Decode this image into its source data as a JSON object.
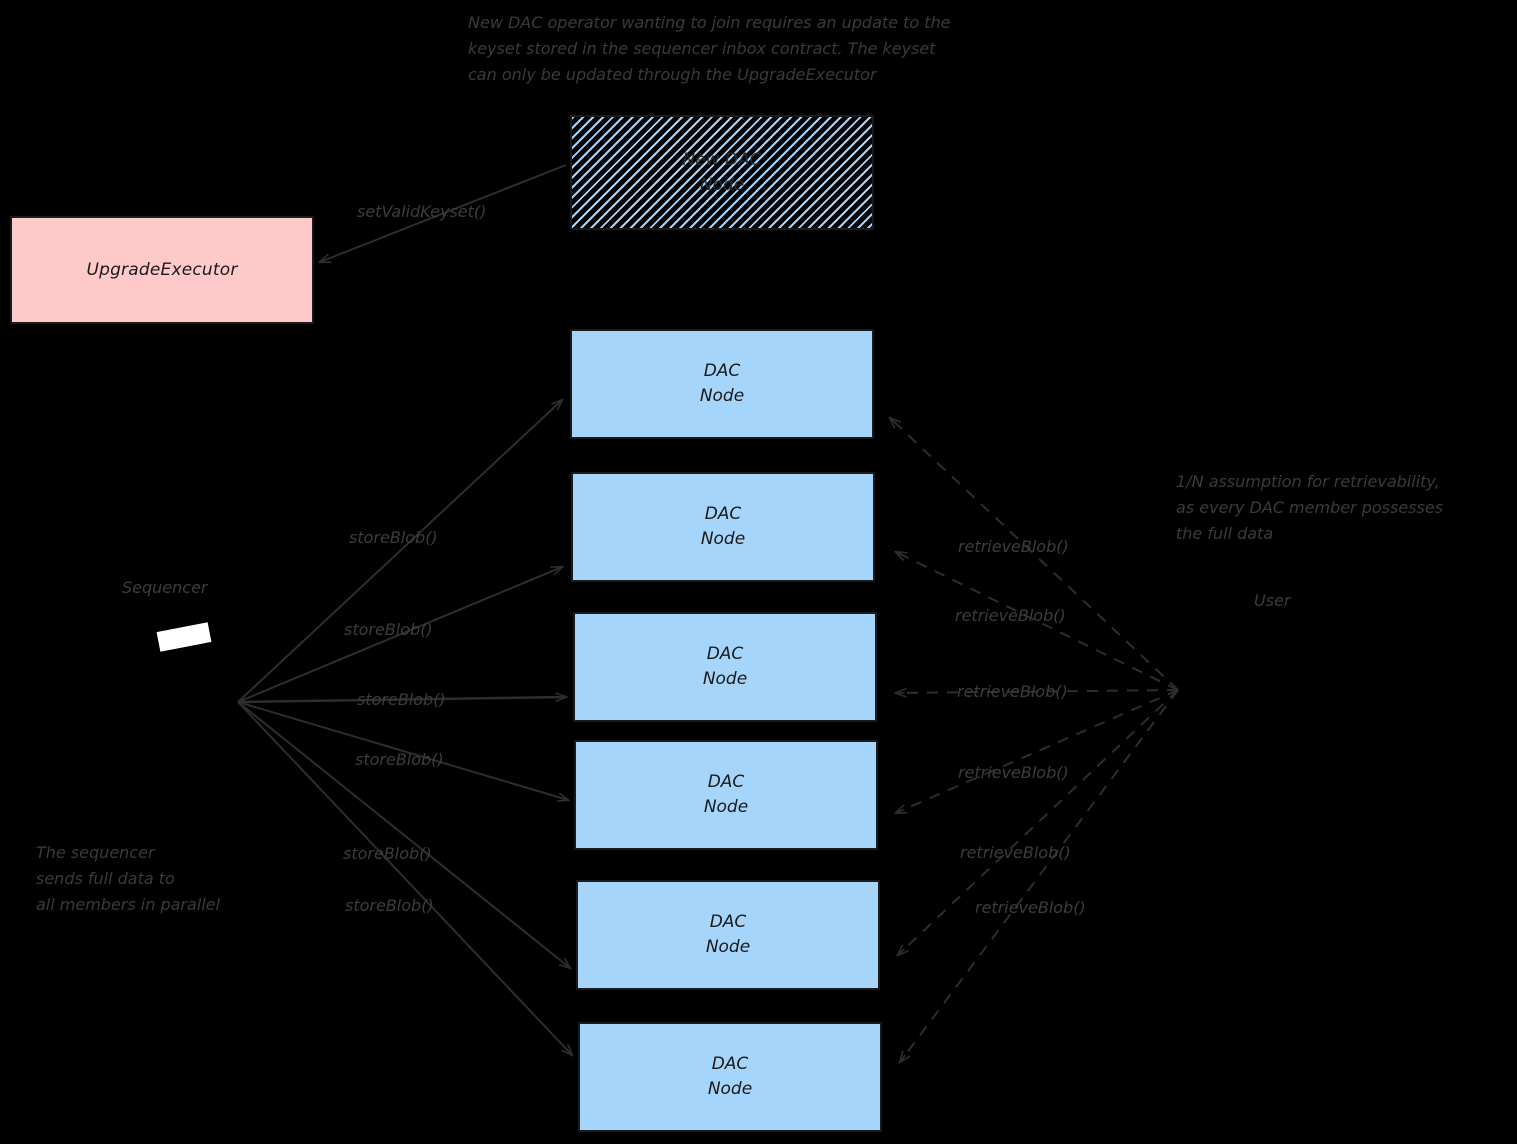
{
  "diagram": {
    "title_note_top": "New DAC operator wanting to join requires an update to the\nkeyset stored in the sequencer inbox contract. The keyset\ncan only be updated through the UpgradeExecutor",
    "note_sequencer": "The sequencer\nsends full data to\nall members in parallel",
    "note_user": "1/N assumption for retrievability,\nas every DAC member possesses\nthe full data",
    "colors": {
      "background": "#000000",
      "node_fill": "#a6d5fc",
      "upgrade_fill": "#fdc9c9",
      "stroke": "#1a1a1a",
      "text_muted": "#3c3c3c",
      "sequencer_glyph": "#ffffff"
    }
  },
  "boxes": {
    "upgrade_executor": {
      "label": "UpgradeExecutor"
    },
    "new_dac_node": {
      "line1": "New DAC",
      "line2": "Node"
    },
    "dac_nodes": [
      {
        "line1": "DAC",
        "line2": "Node"
      },
      {
        "line1": "DAC",
        "line2": "Node"
      },
      {
        "line1": "DAC",
        "line2": "Node"
      },
      {
        "line1": "DAC",
        "line2": "Node"
      },
      {
        "line1": "DAC",
        "line2": "Node"
      },
      {
        "line1": "DAC",
        "line2": "Node"
      }
    ]
  },
  "actors": {
    "sequencer": {
      "label": "Sequencer"
    },
    "user": {
      "label": "User"
    }
  },
  "edges": {
    "set_valid_keyset": {
      "label": "setValidKeyset()"
    },
    "store_blob": [
      {
        "label": "storeBlob()"
      },
      {
        "label": "storeBlob()"
      },
      {
        "label": "storeBlob()"
      },
      {
        "label": "storeBlob()"
      },
      {
        "label": "storeBlob()"
      },
      {
        "label": "storeBlob()"
      }
    ],
    "retrieve_blob": [
      {
        "label": "retrieveBlob()"
      },
      {
        "label": "retrieveBlob()"
      },
      {
        "label": "retrieveBlob()"
      },
      {
        "label": "retrieveBlob()"
      },
      {
        "label": "retrieveBlob()"
      },
      {
        "label": "retrieveBlob()"
      }
    ]
  }
}
